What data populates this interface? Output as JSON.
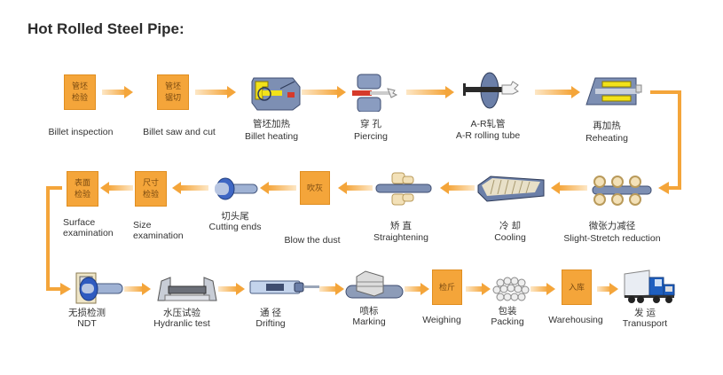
{
  "title": "Hot Rolled Steel Pipe:",
  "colors": {
    "accent": "#f4a53a",
    "arrow": "#f5a63b",
    "steel": "#6b7fa8",
    "yellow": "#f2e21a"
  },
  "row1": [
    {
      "id": "billet-inspection",
      "box": [
        "管坯",
        "检验"
      ],
      "cn": "",
      "en": "Billet inspection"
    },
    {
      "id": "billet-saw",
      "box": [
        "管坯",
        "锯切"
      ],
      "cn": "",
      "en": "Billet saw and cut"
    },
    {
      "id": "billet-heating",
      "icon": "furnace-icon",
      "cn": "管坯加热",
      "en": "Billet heating"
    },
    {
      "id": "piercing",
      "icon": "piercing-mill-icon",
      "cn": "穿 孔",
      "en": "Piercing"
    },
    {
      "id": "ar-rolling",
      "icon": "rolling-mill-icon",
      "cn": "A-R轧管",
      "en": "A-R rolling tube"
    },
    {
      "id": "reheating",
      "icon": "reheat-furnace-icon",
      "cn": "再加热",
      "en": "Reheating"
    }
  ],
  "row2": [
    {
      "id": "surface-exam",
      "box": [
        "表面",
        "检验"
      ],
      "en1": "Surface",
      "en2": "examination"
    },
    {
      "id": "size-exam",
      "box": [
        "尺寸",
        "检验"
      ],
      "en1": "Size",
      "en2": "examination"
    },
    {
      "id": "cutting-ends",
      "icon": "cutting-ends-icon",
      "cn": "切头尾",
      "en": "Cutting ends"
    },
    {
      "id": "blow-dust",
      "box": [
        "吹灰"
      ],
      "en": "Blow the dust"
    },
    {
      "id": "straightening",
      "icon": "straightener-icon",
      "cn": "矫 直",
      "en": "Straightening"
    },
    {
      "id": "cooling",
      "icon": "cooling-bed-icon",
      "cn": "冷 却",
      "en": "Cooling"
    },
    {
      "id": "stretch-reduction",
      "icon": "stretch-reducer-icon",
      "cn": "微张力减径",
      "en": "Slight-Stretch reduction"
    }
  ],
  "row3": [
    {
      "id": "ndt",
      "icon": "ndt-icon",
      "cn": "无损检测",
      "en": "NDT"
    },
    {
      "id": "hydraulic-test",
      "icon": "hydraulic-press-icon",
      "cn": "水压试验",
      "en": "Hydranlic test"
    },
    {
      "id": "drifting",
      "icon": "drift-gauge-icon",
      "cn": "通 径",
      "en": "Drifting"
    },
    {
      "id": "marking",
      "icon": "marking-icon",
      "cn": "喷标",
      "en": "Marking"
    },
    {
      "id": "weighing",
      "box": [
        "检斤"
      ],
      "en": "Weighing"
    },
    {
      "id": "packing",
      "icon": "pipe-bundle-icon",
      "cn": "包装",
      "en": "Packing"
    },
    {
      "id": "warehousing",
      "box": [
        "入库"
      ],
      "en": "Warehousing"
    },
    {
      "id": "transport",
      "icon": "truck-icon",
      "cn": "发 运",
      "en": "Tranusport"
    }
  ]
}
